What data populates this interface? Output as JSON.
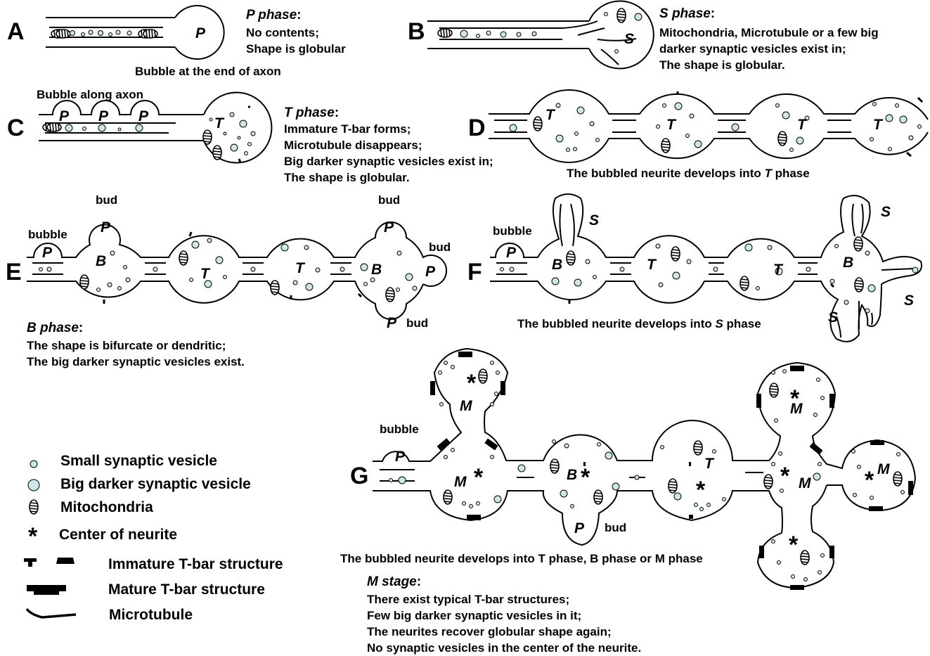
{
  "panels": {
    "A": {
      "letter": "A",
      "head_em": "P phase",
      "head_colon": ":",
      "lines": [
        "No contents;",
        "Shape is globular"
      ],
      "caption": "Bubble at the end of axon",
      "label_p": "P"
    },
    "B": {
      "letter": "B",
      "head_em": "S phase",
      "head_colon": ":",
      "lines": [
        "Mitochondria, Microtubule or a few big",
        "darker synaptic vesicles exist in;",
        "The shape is globular."
      ],
      "label_s": "S"
    },
    "C": {
      "letter": "C",
      "caption": "Bubble along axon",
      "head_em": "T phase",
      "head_colon": ":",
      "lines": [
        "Immature T-bar forms;",
        "Microtubule disappears;",
        "Big darker synaptic vesicles exist in;",
        "The shape is globular."
      ],
      "label_p": "P",
      "label_t": "T"
    },
    "D": {
      "letter": "D",
      "caption_pre": "The bubbled neurite develops into ",
      "caption_em": "T",
      "caption_post": " phase",
      "label_t": "T"
    },
    "E": {
      "letter": "E",
      "label_bubble": "bubble",
      "label_bud": "bud",
      "label_p": "P",
      "label_b": "B",
      "label_t": "T"
    },
    "F": {
      "letter": "F",
      "label_bubble": "bubble",
      "label_p": "P",
      "label_b": "B",
      "label_t": "T",
      "label_s": "S",
      "caption_pre": "The bubbled neurite develops into ",
      "caption_em": "S",
      "caption_post": " phase"
    },
    "Bphase": {
      "head_em": "B phase",
      "head_colon": ":",
      "lines": [
        "The shape is bifurcate or dendritic;",
        "The big darker synaptic vesicles exist."
      ]
    },
    "G": {
      "letter": "G",
      "label_bubble": "bubble",
      "label_bud": "bud",
      "label_p": "P",
      "label_m": "M",
      "label_b": "B",
      "label_t": "T",
      "star": "*",
      "caption": "The bubbled neurite develops into T phase, B phase or M phase",
      "head_em": "M stage",
      "head_colon": ":",
      "lines": [
        "There exist typical T-bar structures;",
        "Few big darker synaptic vesicles in it;",
        "The neurites recover globular shape again;",
        "No synaptic vesicles in the center of the neurite."
      ]
    }
  },
  "legend": [
    {
      "icon": "small-vesicle",
      "label": "Small synaptic vesicle"
    },
    {
      "icon": "big-vesicle",
      "label": "Big darker synaptic vesicle"
    },
    {
      "icon": "mitochondria",
      "label": "Mitochondria"
    },
    {
      "icon": "asterisk",
      "symbol": "*",
      "label": "Center of neurite"
    },
    {
      "icon": "immature-tbar",
      "label": "Immature T-bar structure"
    },
    {
      "icon": "mature-tbar",
      "label": "Mature T-bar structure"
    },
    {
      "icon": "microtubule",
      "label": "Microtubule"
    }
  ],
  "colors": {
    "vesicle_fill": "#cfe6e6",
    "line": "#000000",
    "background": "#ffffff"
  }
}
